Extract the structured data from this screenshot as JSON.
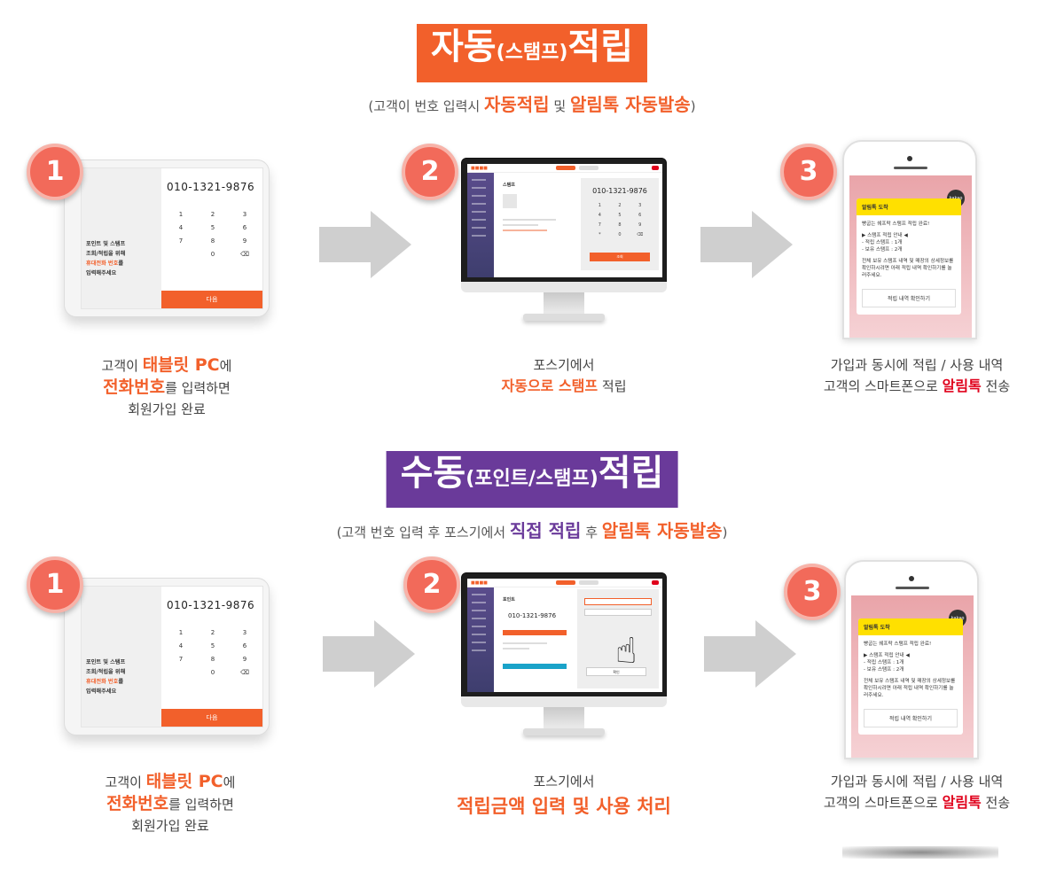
{
  "auto_section": {
    "title_main": "자동",
    "title_paren": "(스탬프)",
    "title_end": "적립",
    "subtitle": {
      "prefix": "(고객이 번호 입력시 ",
      "hl1": "자동적립",
      "mid": " 및 ",
      "hl2": "알림톡 자동발송",
      "suffix": ")"
    },
    "steps": [
      "1",
      "2",
      "3"
    ],
    "caption1": {
      "p1": "고객이 ",
      "hl1": "태블릿 PC",
      "p2": "에",
      "hl2": "전화번호",
      "p3": "를 입력하면",
      "line3": "회원가입 완료"
    },
    "caption2": {
      "line1": "포스기에서",
      "hl": "자동으로 스탬프",
      "p2": " 적립"
    },
    "caption3": {
      "line1": "가입과 동시에 적립 / 사용 내역",
      "p1": "고객의 스마트폰으로 ",
      "hl": "알림톡",
      "p2": " 전송"
    }
  },
  "manual_section": {
    "title_main": "수동",
    "title_paren": "(포인트/스탬프)",
    "title_end": "적립",
    "subtitle": {
      "prefix": "(고객 번호 입력 후 포스기에서 ",
      "hl1": "직접 적립",
      "mid": " 후 ",
      "hl2": "알림톡 자동발송",
      "suffix": ")"
    },
    "steps": [
      "1",
      "2",
      "3"
    ],
    "caption1": {
      "p1": "고객이 ",
      "hl1": "태블릿 PC",
      "p2": "에",
      "hl2": "전화번호",
      "p3": "를 입력하면",
      "line3": "회원가입 완료"
    },
    "caption2": {
      "line1": "포스기에서",
      "line2": "적립금액 입력 및 사용 처리"
    },
    "caption3": {
      "line1": "가입과 동시에 적립 / 사용 내역",
      "p1": "고객의 스마트폰으로 ",
      "hl": "알림톡",
      "p2": " 전송"
    }
  },
  "tablet": {
    "phone_number": "010-1321-9876",
    "keys": [
      "1",
      "2",
      "3",
      "4",
      "5",
      "6",
      "7",
      "8",
      "9",
      "",
      "0",
      "⌫"
    ],
    "guide_l1": "포인트 및 스탬프",
    "guide_l2": "조회/적립을 위해",
    "guide_hl": "휴대전화 번호",
    "guide_l3": "를",
    "guide_l4": "입력해주세요",
    "next_label": "다음"
  },
  "monitor_auto": {
    "phone_number": "010-1321-9876",
    "title": "스탬프",
    "keys": [
      "1",
      "2",
      "3",
      "4",
      "5",
      "6",
      "7",
      "8",
      "9",
      "*",
      "0",
      "⌫"
    ],
    "confirm_label": "조회"
  },
  "monitor_manual": {
    "phone_number": "010-1321-9876",
    "title": "포인트",
    "confirm_label": "확인"
  },
  "phone": {
    "kakao_label": "kakao",
    "header": "알림톡 도착",
    "line1": "빵굽는 쉐프락 스탬프 적립 완료!",
    "info_title": "▶ 스탬프 적립 안내 ◀",
    "info_1": "- 적립 스탬프 : 1개",
    "info_2": "- 보유 스탬프 : 2개",
    "desc": "전체 보유 스탬프 내역 및 매장의 상세정보를 확인하시려면 아래 적립 내역 확인하기를 눌러주세요.",
    "button": "적립 내역 확인하기"
  },
  "colors": {
    "orange": "#f2602b",
    "purple": "#6a3a9a",
    "red": "#e0001b",
    "badge": "#f26a5a",
    "kakao_yellow": "#ffe000"
  },
  "icons": {
    "arrow": "arrow-right-icon",
    "hand": "pointing-hand-icon",
    "camera": "camera-icon"
  }
}
